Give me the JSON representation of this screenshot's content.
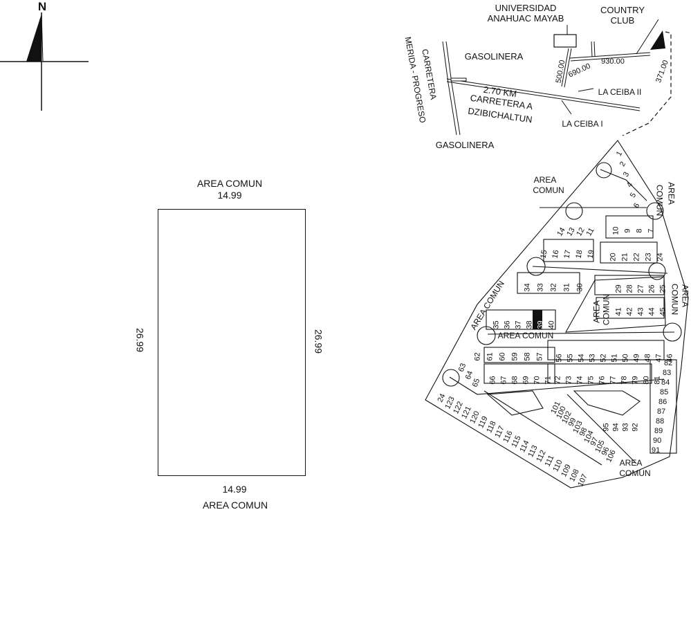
{
  "north": {
    "label": "N"
  },
  "plot": {
    "top_label": "AREA COMUN",
    "top_dim": "14.99",
    "bottom_dim": "14.99",
    "bottom_label": "AREA COMUN",
    "left_dim": "26.99",
    "right_dim": "26.99"
  },
  "location_map": {
    "universidad": [
      "UNIVERSIDAD",
      "ANAHUAC MAYAB"
    ],
    "country_club": [
      "COUNTRY",
      "CLUB"
    ],
    "carretera_merida": [
      "CARRETERA",
      "MERIDA - PROGRESO"
    ],
    "gasolinera_top": "GASOLINERA",
    "gasolinera_bottom": "GASOLINERA",
    "distance_km": "2.70 KM",
    "carretera_dzibichaltun": [
      "CARRETERA A",
      "DZIBICHALTUN"
    ],
    "la_ceiba_ii": "LA CEIBA II",
    "la_ceiba_i": "LA CEIBA I",
    "dim_500": "500.00",
    "dim_690": "690.00",
    "dim_930": "930.00",
    "dim_371": "371.00"
  },
  "subdivision": {
    "area_comun_label": "AREA COMUN",
    "area_comun_top_left": [
      "AREA",
      "COMUN"
    ],
    "area_comun_right_top": [
      "AREA",
      "COMUN"
    ],
    "area_comun_right_mid": [
      "AREA",
      "COMUN"
    ],
    "area_comun_center": [
      "AREA",
      "COMUN"
    ],
    "area_comun_diag": "AREA COMUN",
    "area_comun_mid": "AREA COMUN",
    "area_comun_bottom": [
      "AREA",
      "COMUN"
    ],
    "highlighted_lot": "39",
    "lot_groups": {
      "a": [
        "1",
        "2",
        "3",
        "4",
        "5",
        "6"
      ],
      "b": [
        "14",
        "13",
        "12",
        "11"
      ],
      "c": [
        "10",
        "9",
        "8",
        "7"
      ],
      "d": [
        "15",
        "16",
        "17",
        "18",
        "19"
      ],
      "e": [
        "20",
        "21",
        "22",
        "23",
        "24"
      ],
      "f": [
        "34",
        "33",
        "32",
        "31",
        "30"
      ],
      "g": [
        "29",
        "28",
        "27",
        "26",
        "25"
      ],
      "h": [
        "41",
        "42",
        "43",
        "44",
        "45"
      ],
      "i": [
        "35",
        "36",
        "37",
        "38",
        "39",
        "40"
      ],
      "j": [
        "62",
        "61",
        "60",
        "59",
        "58",
        "57"
      ],
      "k": [
        "56",
        "55",
        "54",
        "53",
        "52",
        "51",
        "50",
        "49",
        "48",
        "47",
        "46"
      ],
      "l": [
        "63",
        "64",
        "65"
      ],
      "m": [
        "66",
        "67",
        "68",
        "69",
        "70",
        "71"
      ],
      "n": [
        "72",
        "73",
        "74",
        "75",
        "76",
        "77",
        "78",
        "79",
        "80",
        "81"
      ],
      "o": [
        "82",
        "83",
        "84",
        "85",
        "86",
        "87",
        "88",
        "89",
        "90",
        "91"
      ],
      "p": [
        "24",
        "123",
        "122",
        "121",
        "120",
        "119",
        "118",
        "117",
        "116",
        "115",
        "114",
        "113",
        "112",
        "111",
        "110",
        "109",
        "108",
        "107"
      ],
      "q": [
        "101",
        "100",
        "102",
        "99",
        "103",
        "98",
        "104",
        "97",
        "105",
        "96",
        "106"
      ],
      "r": [
        "95",
        "94",
        "93",
        "92"
      ]
    }
  }
}
